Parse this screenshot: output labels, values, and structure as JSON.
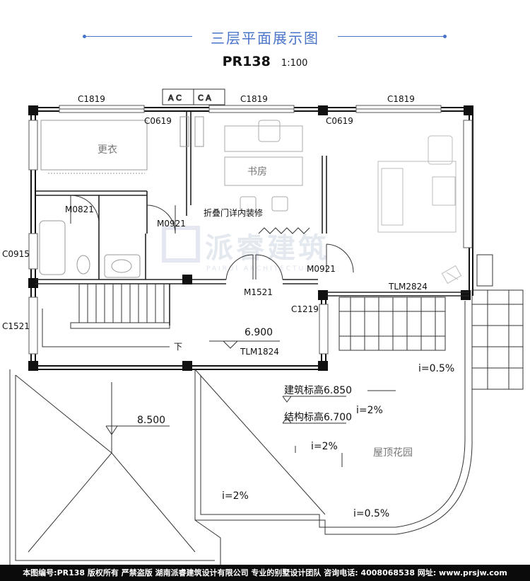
{
  "header": {
    "title": "三层平面展示图",
    "plan_code": "PR138",
    "scale": "1:100"
  },
  "window_labels": {
    "top_left": "C1819",
    "top_mid": "C1819",
    "top_right": "C1819",
    "inner_left": "C0619",
    "inner_right": "C0619",
    "side_upper": "C0915",
    "side_lower": "C1521",
    "corridor": "C1219"
  },
  "door_labels": {
    "bath": "M0821",
    "study": "M0921",
    "bedroom": "M0921",
    "hall": "M1521",
    "balcony": "TLM2824",
    "terrace": "TLM1824"
  },
  "rooms": {
    "closet": "更衣",
    "study": "书房",
    "garden": "屋顶花园"
  },
  "annotations": {
    "folding_door": "折叠门详内装修",
    "stair_down": "下",
    "floor_elevation": "6.900",
    "roof_elevation": "8.500",
    "building_elevation": "建筑标高6.850",
    "structure_elevation": "结构标高6.700",
    "slope_a": "i=2%",
    "slope_b": "i=2%",
    "slope_c": "i=2%",
    "slope_d": "i=0.5%",
    "slope_e": "i=0.5%"
  },
  "watermark": {
    "main": "派睿建筑",
    "sub": "PAIRUI ARCHITECTURE"
  },
  "footer": {
    "text": "本图编号:PR138 版权所有 严禁盗版 湖南派睿建筑设计有限公司 专业的别墅设计团队 咨询电话: 4008068538 网址: www.prsjw.com"
  },
  "colors": {
    "accent": "#4a74c9",
    "wall": "#111111",
    "line": "#555555",
    "footer_bg": "#0b0b0b"
  }
}
